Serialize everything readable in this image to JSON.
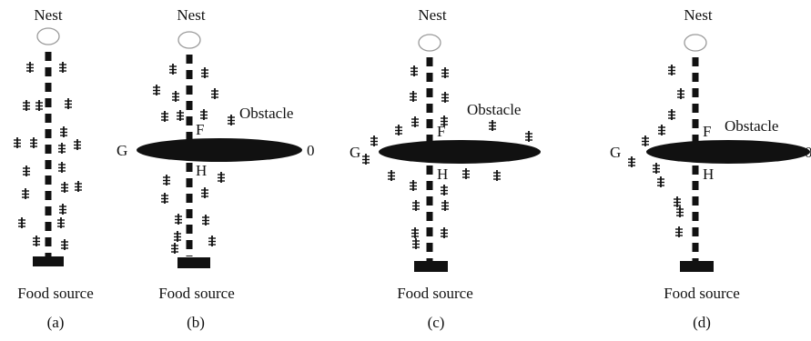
{
  "labels": {
    "nest": "Nest",
    "food": "Food source",
    "obstacle": "Obstacle",
    "g": "G",
    "zero": "0",
    "f": "F",
    "h": "H"
  },
  "panels": [
    {
      "id": "a",
      "caption": "(a)",
      "has_obstacle": false
    },
    {
      "id": "b",
      "caption": "(b)",
      "has_obstacle": true
    },
    {
      "id": "c",
      "caption": "(c)",
      "has_obstacle": true
    },
    {
      "id": "d",
      "caption": "(d)",
      "has_obstacle": true
    }
  ],
  "colors": {
    "ink": "#111111",
    "background": "#ffffff",
    "nest_stroke": "#9a9a9a"
  }
}
